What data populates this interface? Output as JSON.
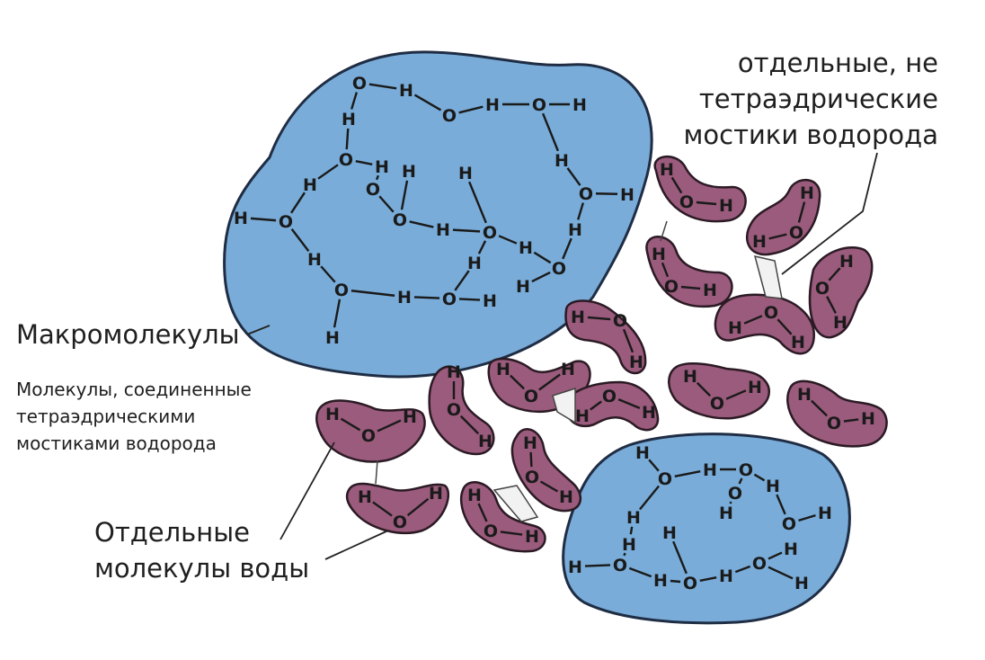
{
  "labels": {
    "separate_bridges": "отдельные, не\nтетраэдрические\nмостики водорода",
    "macromolecules": "Макромолекулы",
    "tetrahedral_molecules": "Молекулы, соединенные\nтетраэдрическими\nмостиками водорода",
    "single_molecules": "Отдельные\nмолекулы воды"
  },
  "atoms": {
    "oxygen": "O",
    "hydrogen": "H"
  },
  "colors": {
    "macromolecule_fill": "#79acd8",
    "molecule_fill": "#9a5b7c",
    "text": "#1f1f1f"
  }
}
